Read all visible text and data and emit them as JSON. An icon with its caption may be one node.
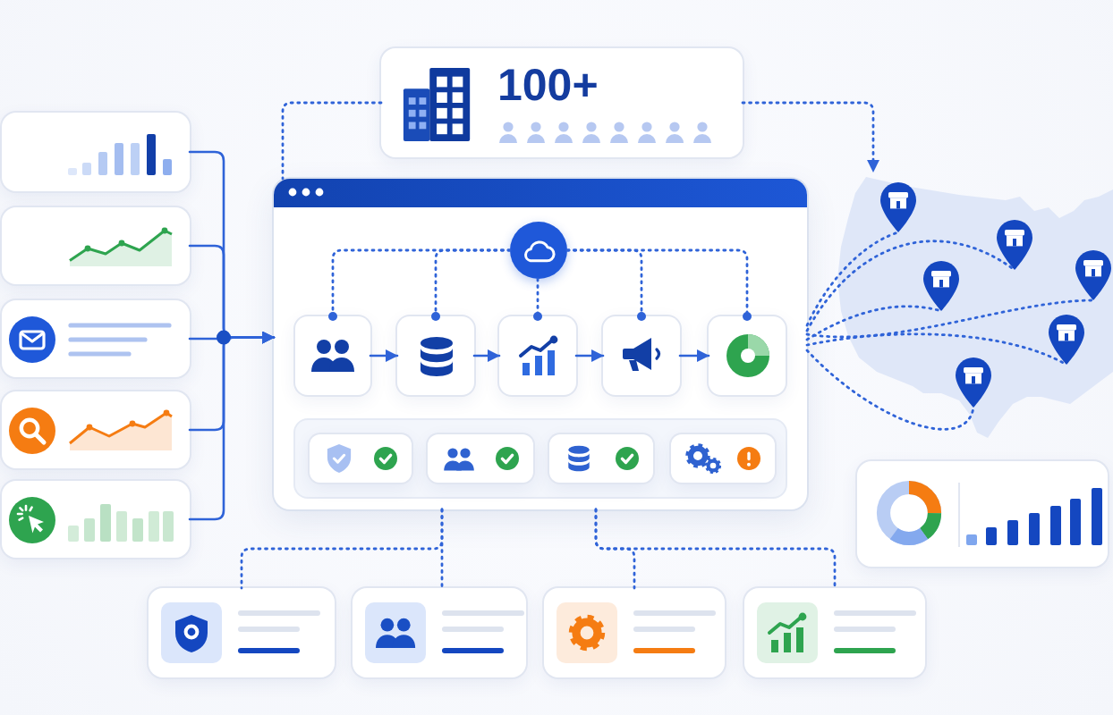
{
  "diagram": {
    "nodes": [
      {
        "text": [
          "100+"
        ]
      },
      {
        "text": [],
        "shape": "box"
      },
      {
        "text": [],
        "shape": "box"
      },
      {
        "text": [],
        "shape": "box"
      },
      {
        "text": [],
        "shape": "box"
      },
      {
        "text": [],
        "shape": "box"
      },
      {
        "text": [],
        "shape": "box"
      },
      {
        "text": [],
        "shape": "circle",
        "in": 6
      },
      {
        "text": [],
        "shape": "box",
        "in": 6
      },
      {
        "text": [],
        "shape": "box",
        "in": 6
      },
      {
        "text": [],
        "shape": "box",
        "in": 6
      },
      {
        "text": [],
        "shape": "box",
        "in": 6
      },
      {
        "text": [],
        "shape": "box",
        "in": 6
      },
      {
        "text": [],
        "shape": "box",
        "in": 6
      },
      {
        "text": [],
        "shape": "box",
        "in": 13
      },
      {
        "text": [],
        "shape": "box",
        "in": 13
      },
      {
        "text": [],
        "shape": "box",
        "in": 13
      },
      {
        "text": [],
        "shape": "box",
        "in": 13
      },
      {
        "text": [],
        "shape": "picture"
      },
      {
        "text": [],
        "shape": "pin",
        "in": 18
      },
      {
        "text": [],
        "shape": "pin",
        "in": 18
      },
      {
        "text": [],
        "shape": "pin",
        "in": 18
      },
      {
        "text": [],
        "shape": "pin",
        "in": 18
      },
      {
        "text": [],
        "shape": "pin",
        "in": 18
      },
      {
        "text": [],
        "shape": "pin",
        "in": 18
      },
      {
        "text": [],
        "shape": "box"
      },
      {
        "text": [],
        "shape": "box"
      },
      {
        "text": [],
        "shape": "box"
      },
      {
        "text": [],
        "shape": "box"
      },
      {
        "text": [],
        "shape": "box"
      }
    ],
    "edges": [
      {
        "from": 0,
        "to": 6,
        "arrow": "none",
        "style": "dashed"
      },
      {
        "from": 0,
        "to": 18,
        "arrow": "to",
        "style": "dashed"
      },
      {
        "from": 1,
        "to": 6,
        "arrow": "to"
      },
      {
        "from": 2,
        "to": 6,
        "arrow": "to"
      },
      {
        "from": 3,
        "to": 6,
        "arrow": "to"
      },
      {
        "from": 4,
        "to": 6,
        "arrow": "to"
      },
      {
        "from": 5,
        "to": 6,
        "arrow": "to"
      },
      {
        "from": 7,
        "to": 8,
        "arrow": "other",
        "style": "dashed"
      },
      {
        "from": 7,
        "to": 9,
        "arrow": "other",
        "style": "dashed"
      },
      {
        "from": 7,
        "to": 10,
        "arrow": "other",
        "style": "dashed"
      },
      {
        "from": 7,
        "to": 11,
        "arrow": "other",
        "style": "dashed"
      },
      {
        "from": 7,
        "to": 12,
        "arrow": "other",
        "style": "dashed"
      },
      {
        "from": 8,
        "to": 9,
        "arrow": "to"
      },
      {
        "from": 9,
        "to": 10,
        "arrow": "to"
      },
      {
        "from": 10,
        "to": 11,
        "arrow": "to"
      },
      {
        "from": 11,
        "to": 12,
        "arrow": "to"
      },
      {
        "from": 6,
        "to": 19,
        "arrow": "none",
        "style": "dashed"
      },
      {
        "from": 6,
        "to": 20,
        "arrow": "none",
        "style": "dashed"
      },
      {
        "from": 6,
        "to": 21,
        "arrow": "none",
        "style": "dashed"
      },
      {
        "from": 6,
        "to": 22,
        "arrow": "none",
        "style": "dashed"
      },
      {
        "from": 6,
        "to": 23,
        "arrow": "none",
        "style": "dashed"
      },
      {
        "from": 6,
        "to": 24,
        "arrow": "none",
        "style": "dashed"
      },
      {
        "from": 6,
        "to": 26,
        "arrow": "none",
        "style": "dashed"
      },
      {
        "from": 6,
        "to": 27,
        "arrow": "none",
        "style": "dashed"
      },
      {
        "from": 6,
        "to": 28,
        "arrow": "none",
        "style": "dashed"
      },
      {
        "from": 6,
        "to": 29,
        "arrow": "none",
        "style": "dashed"
      }
    ]
  }
}
